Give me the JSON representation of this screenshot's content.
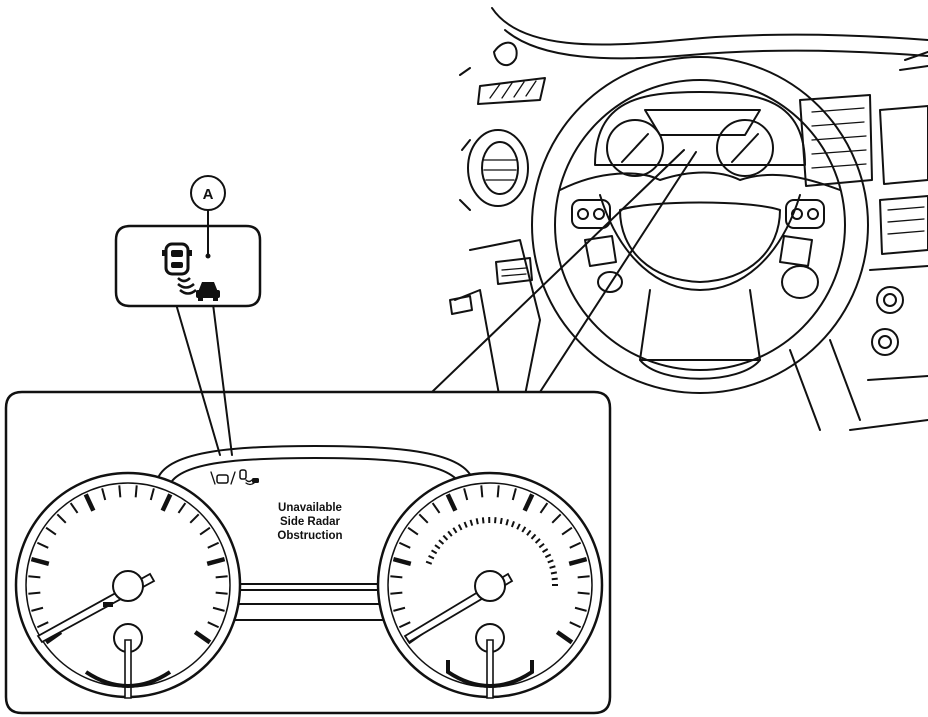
{
  "callout": {
    "label": "A"
  },
  "display": {
    "message_line1": "Unavailable",
    "message_line2": "Side Radar",
    "message_line3": "Obstruction"
  },
  "icons": {
    "callout_icon": "side-radar-obstruction-icon",
    "display_icon_left": "lane-departure-icon",
    "display_icon_right": "blind-spot-icon"
  }
}
